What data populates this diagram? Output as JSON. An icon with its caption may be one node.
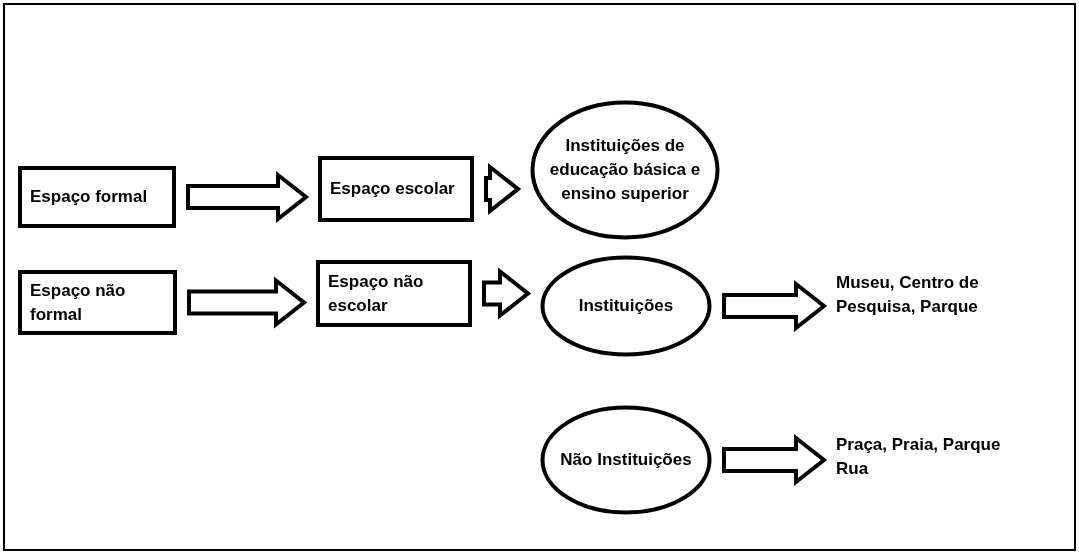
{
  "diagram": {
    "nodes": [
      {
        "text": [
          "Espaço formal"
        ]
      },
      {
        "text": [
          "Espaço escolar"
        ]
      },
      {
        "text": [
          "Instituições de educação básica e ensino superior"
        ]
      },
      {
        "text": [
          "Espaço não formal"
        ]
      },
      {
        "text": [
          "Espaço não escolar"
        ]
      },
      {
        "text": [
          "Instituições"
        ]
      },
      {
        "text": [
          "Museu, Centro de Pesquisa, Parque"
        ]
      },
      {
        "text": [
          "Não Instituições"
        ]
      },
      {
        "text": [
          "Praça, Praia, Parque Rua"
        ]
      }
    ],
    "edges": [
      {
        "from": 0,
        "to": 1,
        "arrow": "to"
      },
      {
        "from": 1,
        "to": 2,
        "arrow": "to"
      },
      {
        "from": 3,
        "to": 4,
        "arrow": "to"
      },
      {
        "from": 4,
        "to": 5,
        "arrow": "to"
      },
      {
        "from": 5,
        "to": 6,
        "arrow": "to"
      },
      {
        "from": 7,
        "to": 8,
        "arrow": "to"
      }
    ]
  }
}
